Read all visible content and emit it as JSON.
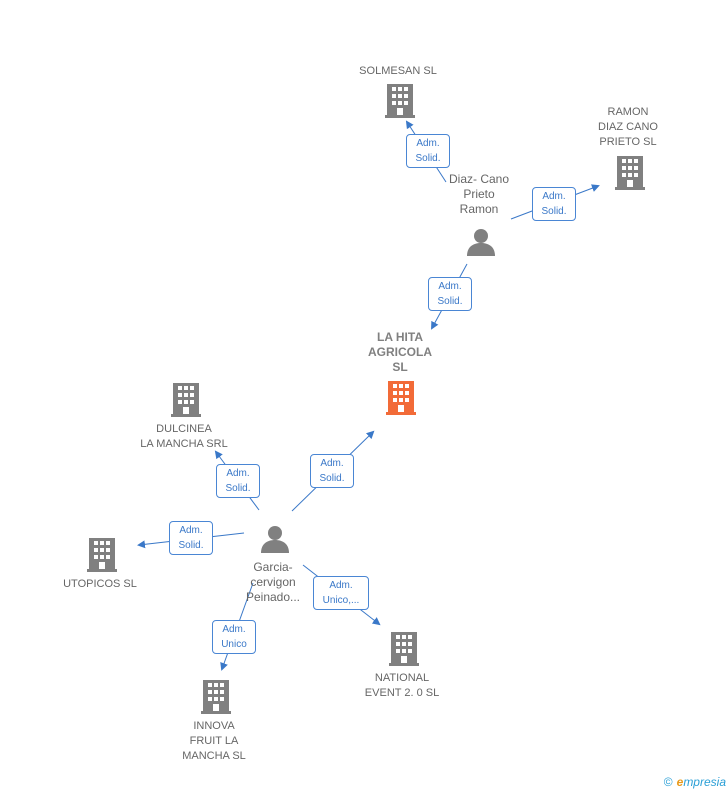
{
  "colors": {
    "company": "#808080",
    "main_company": "#f26b38",
    "person": "#808080",
    "edge": "#3a78c8"
  },
  "nodes": {
    "solmesan": {
      "label": "SOLMESAN  SL",
      "icon": "building-icon"
    },
    "ramon_sl": {
      "label": "RAMON\nDIAZ CANO\nPRIETO  SL",
      "icon": "building-icon"
    },
    "diaz_cano": {
      "label": "Diaz- Cano\nPrieto\nRamon",
      "icon": "person-icon"
    },
    "la_hita": {
      "label": "LA HITA\nAGRICOLA\nSL",
      "icon": "building-icon"
    },
    "dulcinea": {
      "label": "DULCINEA\nLA MANCHA SRL",
      "icon": "building-icon"
    },
    "garcia": {
      "label": "Garcia-\ncervigon\nPeinado...",
      "icon": "person-icon"
    },
    "utopicos": {
      "label": "UTOPICOS SL",
      "icon": "building-icon"
    },
    "national": {
      "label": "NATIONAL\nEVENT 2. 0 SL",
      "icon": "building-icon"
    },
    "innova": {
      "label": "INNOVA\nFRUIT LA\nMANCHA  SL",
      "icon": "building-icon"
    }
  },
  "edges": {
    "e1": "Adm.\nSolid.",
    "e2": "Adm.\nSolid.",
    "e3": "Adm.\nSolid.",
    "e4": "Adm.\nSolid.",
    "e5": "Adm.\nSolid.",
    "e6": "Adm.\nSolid.",
    "e7": "Adm.\nUnico,...",
    "e8": "Adm.\nUnico"
  },
  "footer": {
    "copyright": "©",
    "brand_first": "e",
    "brand_rest": "mpresia"
  }
}
